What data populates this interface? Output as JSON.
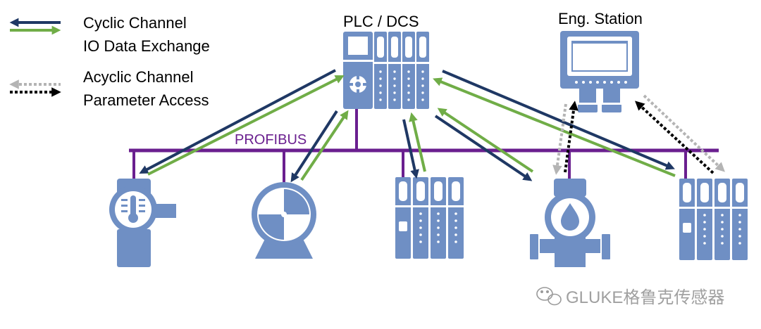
{
  "legend": {
    "cyclic_title": "Cyclic Channel",
    "cyclic_sub": "IO Data Exchange",
    "acyclic_title": "Acyclic Channel",
    "acyclic_sub": "Parameter Access"
  },
  "controller": {
    "label": "PLC / DCS"
  },
  "station": {
    "label": "Eng. Station"
  },
  "bus": {
    "label": "PROFIBUS"
  },
  "devices": {
    "temperature": "temperature-transmitter",
    "motor": "fan-motor",
    "remote_io_1": "remote-io-module",
    "flowmeter": "flow-meter",
    "remote_io_2": "remote-io-module"
  },
  "watermark": {
    "text": "GLUKE格鲁克传感器"
  },
  "colors": {
    "device": "#6f8fc4",
    "device_dark": "#5a7ab3",
    "bus": "#6a1f8f",
    "arrow_dark": "#1f3864",
    "arrow_green": "#70ad47",
    "arrow_grey": "#b4b4b4",
    "arrow_black": "#000000"
  }
}
